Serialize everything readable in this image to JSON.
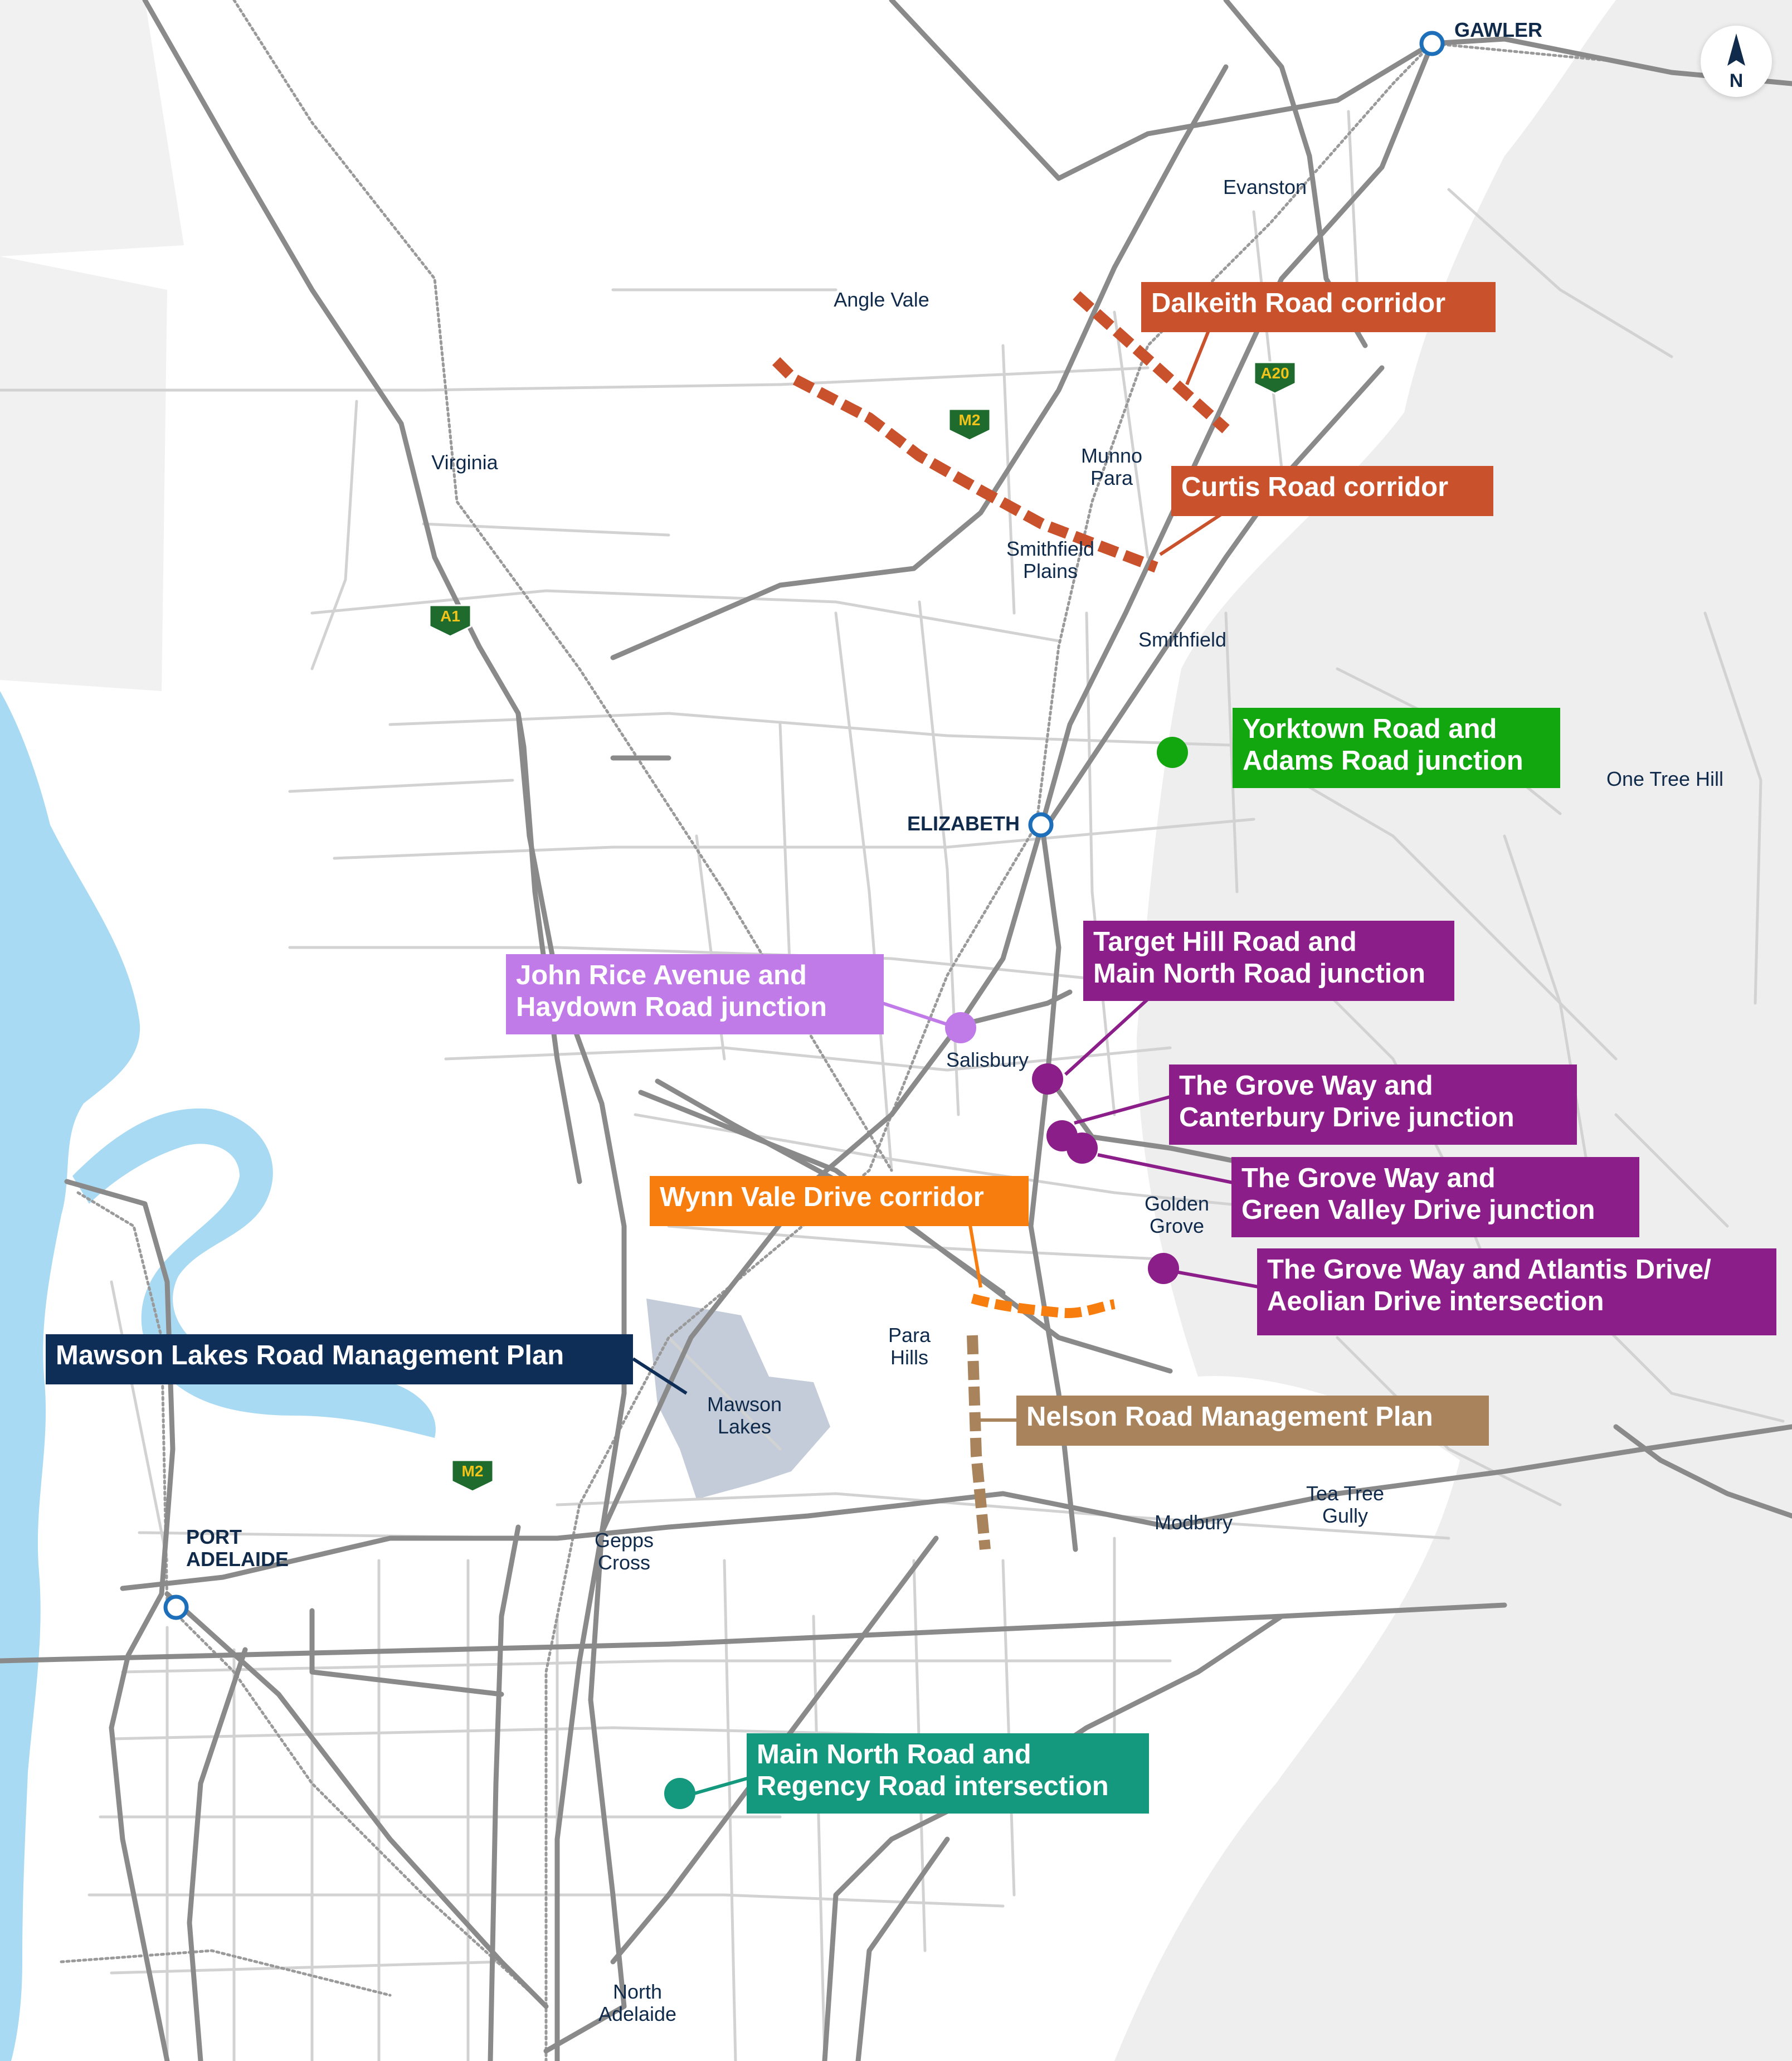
{
  "colors": {
    "land": "#ffffff",
    "hills": "#eeeeee",
    "sea": "#a8daf3",
    "river": "#d8eef9",
    "major_road": "#8a8a8a",
    "minor_road": "#d2d2d2",
    "rail": "#9a9a9a",
    "mawson_lakes_area": "#c3ccd8",
    "station_ring": "#1c6fb8",
    "text": "#0f2a4a"
  },
  "north_arrow": {
    "label": "N",
    "icon": "north-arrow-icon"
  },
  "stations": [
    {
      "id": "gawler",
      "label": "GAWLER"
    },
    {
      "id": "elizabeth",
      "label": "ELIZABETH"
    },
    {
      "id": "port-adelaide",
      "label": "PORT\nADELAIDE"
    }
  ],
  "places": [
    {
      "id": "evanston",
      "label": "Evanston"
    },
    {
      "id": "angle-vale",
      "label": "Angle Vale"
    },
    {
      "id": "virginia",
      "label": "Virginia"
    },
    {
      "id": "munno-para",
      "label": "Munno\nPara"
    },
    {
      "id": "smithfield-plains",
      "label": "Smithfield\nPlains"
    },
    {
      "id": "smithfield",
      "label": "Smithfield"
    },
    {
      "id": "one-tree-hill",
      "label": "One Tree Hill"
    },
    {
      "id": "salisbury",
      "label": "Salisbury"
    },
    {
      "id": "golden-grove",
      "label": "Golden\nGrove"
    },
    {
      "id": "para-hills",
      "label": "Para\nHills"
    },
    {
      "id": "mawson-lakes",
      "label": "Mawson\nLakes"
    },
    {
      "id": "tea-tree-gully",
      "label": "Tea Tree\nGully"
    },
    {
      "id": "modbury",
      "label": "Modbury"
    },
    {
      "id": "gepps-cross",
      "label": "Gepps\nCross"
    },
    {
      "id": "north-adelaide",
      "label": "North\nAdelaide"
    }
  ],
  "road_shields": [
    {
      "id": "a20",
      "label": "A20"
    },
    {
      "id": "m2-north",
      "label": "M2"
    },
    {
      "id": "a1",
      "label": "A1"
    },
    {
      "id": "m2-south",
      "label": "M2"
    }
  ],
  "projects": [
    {
      "id": "dalkeith",
      "label": "Dalkeith Road corridor",
      "color": "#c9512b",
      "kind": "corridor"
    },
    {
      "id": "curtis",
      "label": "Curtis Road corridor",
      "color": "#c9512b",
      "kind": "corridor"
    },
    {
      "id": "yorktown",
      "label": "Yorktown Road and\nAdams Road junction",
      "color": "#12a60f",
      "kind": "junction"
    },
    {
      "id": "target-hill",
      "label": "Target Hill Road and\nMain North Road junction",
      "color": "#8b1e88",
      "kind": "junction"
    },
    {
      "id": "john-rice",
      "label": "John Rice Avenue and\nHaydown Road junction",
      "color": "#c07be8",
      "kind": "junction"
    },
    {
      "id": "grove-canterbury",
      "label": "The Grove Way and\nCanterbury Drive junction",
      "color": "#8b1e88",
      "kind": "junction"
    },
    {
      "id": "grove-green-valley",
      "label": "The Grove Way and\nGreen Valley Drive junction",
      "color": "#8b1e88",
      "kind": "junction"
    },
    {
      "id": "wynn-vale",
      "label": "Wynn Vale Drive corridor",
      "color": "#f77d0f",
      "kind": "corridor"
    },
    {
      "id": "grove-atlantis",
      "label": "The Grove Way and Atlantis Drive/\nAeolian Drive intersection",
      "color": "#8b1e88",
      "kind": "intersection"
    },
    {
      "id": "mawson-plan",
      "label": "Mawson Lakes Road Management Plan",
      "color": "#0e2e58",
      "kind": "plan"
    },
    {
      "id": "nelson-plan",
      "label": "Nelson Road Management Plan",
      "color": "#a9835c",
      "kind": "plan"
    },
    {
      "id": "main-north-regency",
      "label": "Main North Road and\nRegency Road intersection",
      "color": "#14997e",
      "kind": "intersection"
    }
  ]
}
